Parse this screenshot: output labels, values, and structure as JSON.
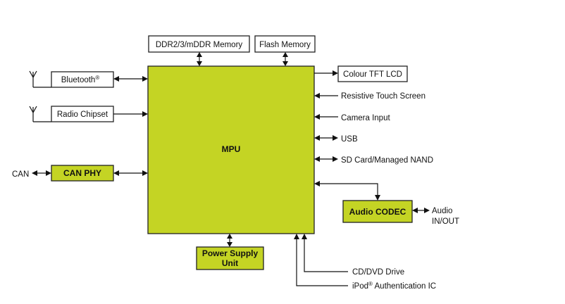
{
  "colors": {
    "accent_green": "#c4d424",
    "line": "#111111",
    "box_border": "#222222"
  },
  "mpu": {
    "label": "MPU"
  },
  "top_blocks": {
    "memory": "DDR2/3/mDDR Memory",
    "flash": "Flash Memory"
  },
  "left_blocks": {
    "bluetooth": "Bluetooth",
    "bluetooth_mark": "®",
    "radio": "Radio Chipset",
    "can_phy": "CAN PHY",
    "can": "CAN"
  },
  "right_interfaces": {
    "lcd": "Colour TFT LCD",
    "touch": "Resistive Touch Screen",
    "camera": "Camera Input",
    "usb": "USB",
    "sdcard": "SD Card/Managed NAND"
  },
  "audio": {
    "codec": "Audio CODEC",
    "io_line1": "Audio",
    "io_line2": "IN/OUT"
  },
  "power": {
    "line1": "Power Supply",
    "line2": "Unit"
  },
  "bottom_links": {
    "cd": "CD/DVD Drive",
    "ipod_prefix": "iPod",
    "ipod_mark": "®",
    "ipod_suffix": " Authentication IC"
  },
  "icons": [
    "antenna-icon"
  ]
}
